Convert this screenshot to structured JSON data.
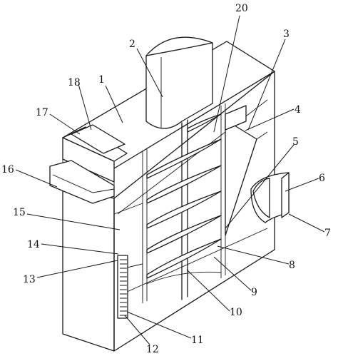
{
  "diagram": {
    "callouts": [
      {
        "id": "c1",
        "text": "1"
      },
      {
        "id": "c2",
        "text": "2"
      },
      {
        "id": "c3",
        "text": "3"
      },
      {
        "id": "c4",
        "text": "4"
      },
      {
        "id": "c5",
        "text": "5"
      },
      {
        "id": "c6",
        "text": "6"
      },
      {
        "id": "c7",
        "text": "7"
      },
      {
        "id": "c8",
        "text": "8"
      },
      {
        "id": "c9",
        "text": "9"
      },
      {
        "id": "c10",
        "text": "10"
      },
      {
        "id": "c11",
        "text": "11"
      },
      {
        "id": "c12",
        "text": "12"
      },
      {
        "id": "c13",
        "text": "13"
      },
      {
        "id": "c14",
        "text": "14"
      },
      {
        "id": "c15",
        "text": "15"
      },
      {
        "id": "c16",
        "text": "16"
      },
      {
        "id": "c17",
        "text": "17"
      },
      {
        "id": "c18",
        "text": "18"
      },
      {
        "id": "c20",
        "text": "20"
      }
    ]
  }
}
